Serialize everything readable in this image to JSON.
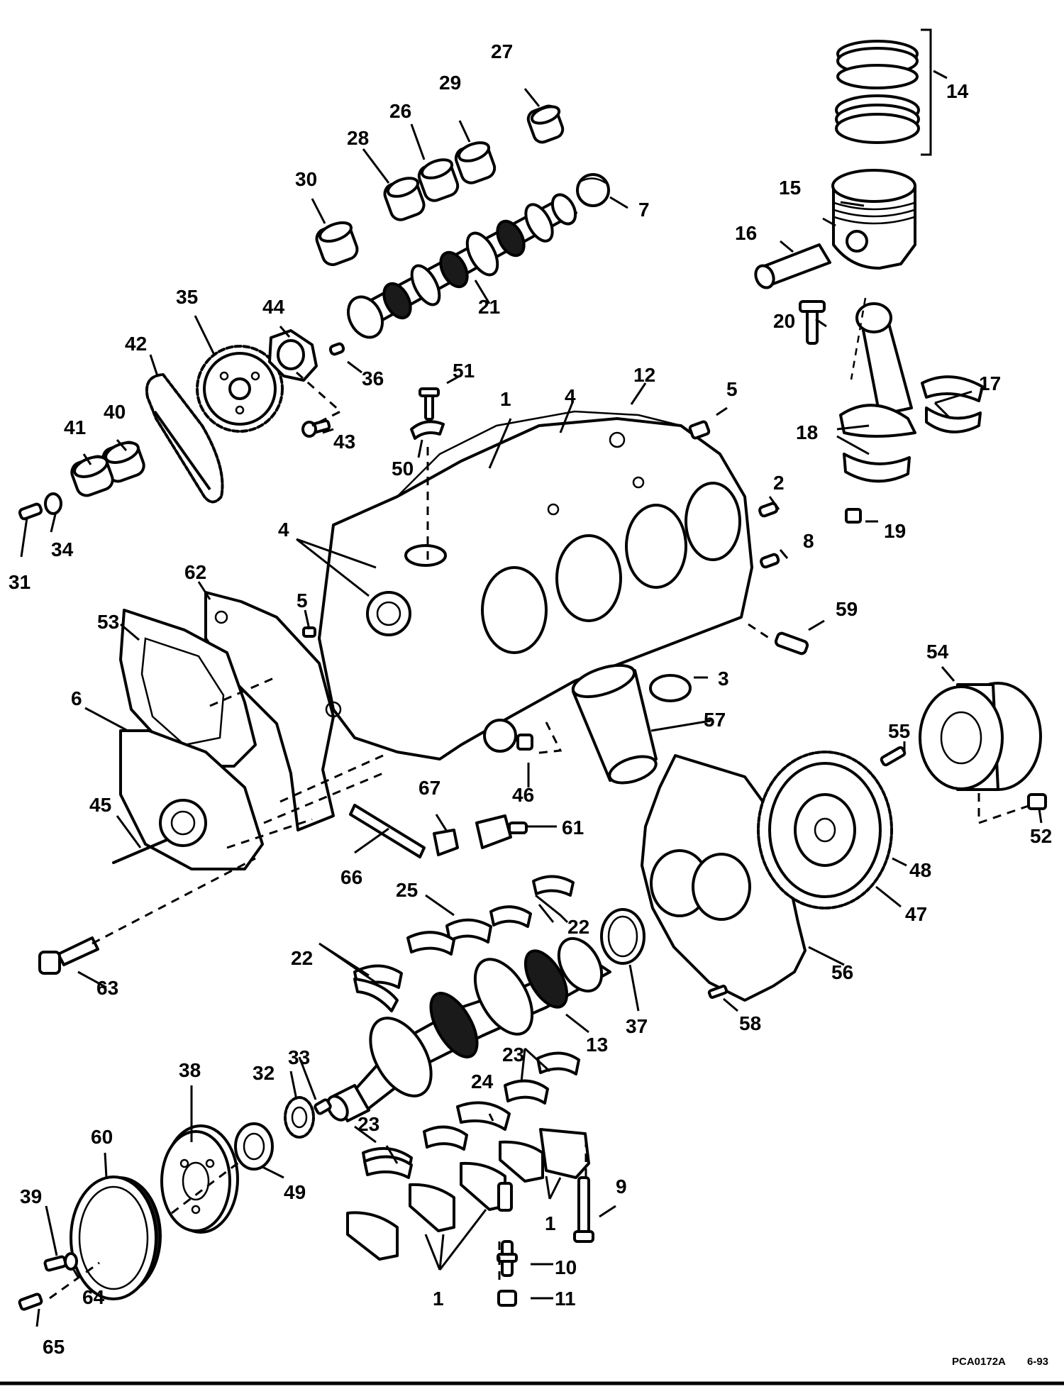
{
  "figure_code": "PCA0172A",
  "figure_date": "6-93",
  "callouts": [
    {
      "id": "c27",
      "text": "27"
    },
    {
      "id": "c29",
      "text": "29"
    },
    {
      "id": "c26",
      "text": "26"
    },
    {
      "id": "c28",
      "text": "28"
    },
    {
      "id": "c30",
      "text": "30"
    },
    {
      "id": "c7",
      "text": "7"
    },
    {
      "id": "c21",
      "text": "21"
    },
    {
      "id": "c14",
      "text": "14"
    },
    {
      "id": "c15",
      "text": "15"
    },
    {
      "id": "c16",
      "text": "16"
    },
    {
      "id": "c35",
      "text": "35"
    },
    {
      "id": "c44",
      "text": "44"
    },
    {
      "id": "c42",
      "text": "42"
    },
    {
      "id": "c36",
      "text": "36"
    },
    {
      "id": "c51",
      "text": "51"
    },
    {
      "id": "c12",
      "text": "12"
    },
    {
      "id": "c5a",
      "text": "5"
    },
    {
      "id": "c20",
      "text": "20"
    },
    {
      "id": "c17",
      "text": "17"
    },
    {
      "id": "c1a",
      "text": "1"
    },
    {
      "id": "c4a",
      "text": "4"
    },
    {
      "id": "c40",
      "text": "40"
    },
    {
      "id": "c41",
      "text": "41"
    },
    {
      "id": "c43",
      "text": "43"
    },
    {
      "id": "c50",
      "text": "50"
    },
    {
      "id": "c18",
      "text": "18"
    },
    {
      "id": "c2",
      "text": "2"
    },
    {
      "id": "c19",
      "text": "19"
    },
    {
      "id": "c31",
      "text": "31"
    },
    {
      "id": "c34",
      "text": "34"
    },
    {
      "id": "c4b",
      "text": "4"
    },
    {
      "id": "c8",
      "text": "8"
    },
    {
      "id": "c62",
      "text": "62"
    },
    {
      "id": "c53",
      "text": "53"
    },
    {
      "id": "c5b",
      "text": "5"
    },
    {
      "id": "c59",
      "text": "59"
    },
    {
      "id": "c54",
      "text": "54"
    },
    {
      "id": "c3",
      "text": "3"
    },
    {
      "id": "c6",
      "text": "6"
    },
    {
      "id": "c57",
      "text": "57"
    },
    {
      "id": "c55",
      "text": "55"
    },
    {
      "id": "c46",
      "text": "46"
    },
    {
      "id": "c45",
      "text": "45"
    },
    {
      "id": "c67",
      "text": "67"
    },
    {
      "id": "c61",
      "text": "61"
    },
    {
      "id": "c52",
      "text": "52"
    },
    {
      "id": "c66",
      "text": "66"
    },
    {
      "id": "c48",
      "text": "48"
    },
    {
      "id": "c25",
      "text": "25"
    },
    {
      "id": "c22a",
      "text": "22"
    },
    {
      "id": "c47",
      "text": "47"
    },
    {
      "id": "c22b",
      "text": "22"
    },
    {
      "id": "c63",
      "text": "63"
    },
    {
      "id": "c56",
      "text": "56"
    },
    {
      "id": "c37",
      "text": "37"
    },
    {
      "id": "c58",
      "text": "58"
    },
    {
      "id": "c13",
      "text": "13"
    },
    {
      "id": "c38",
      "text": "38"
    },
    {
      "id": "c33",
      "text": "33"
    },
    {
      "id": "c32",
      "text": "32"
    },
    {
      "id": "c23a",
      "text": "23"
    },
    {
      "id": "c24",
      "text": "24"
    },
    {
      "id": "c60",
      "text": "60"
    },
    {
      "id": "c23b",
      "text": "23"
    },
    {
      "id": "c49",
      "text": "49"
    },
    {
      "id": "c9",
      "text": "9"
    },
    {
      "id": "c39",
      "text": "39"
    },
    {
      "id": "c1b",
      "text": "1"
    },
    {
      "id": "c10",
      "text": "10"
    },
    {
      "id": "c64",
      "text": "64"
    },
    {
      "id": "c1c",
      "text": "1"
    },
    {
      "id": "c11",
      "text": "11"
    },
    {
      "id": "c65",
      "text": "65"
    }
  ]
}
